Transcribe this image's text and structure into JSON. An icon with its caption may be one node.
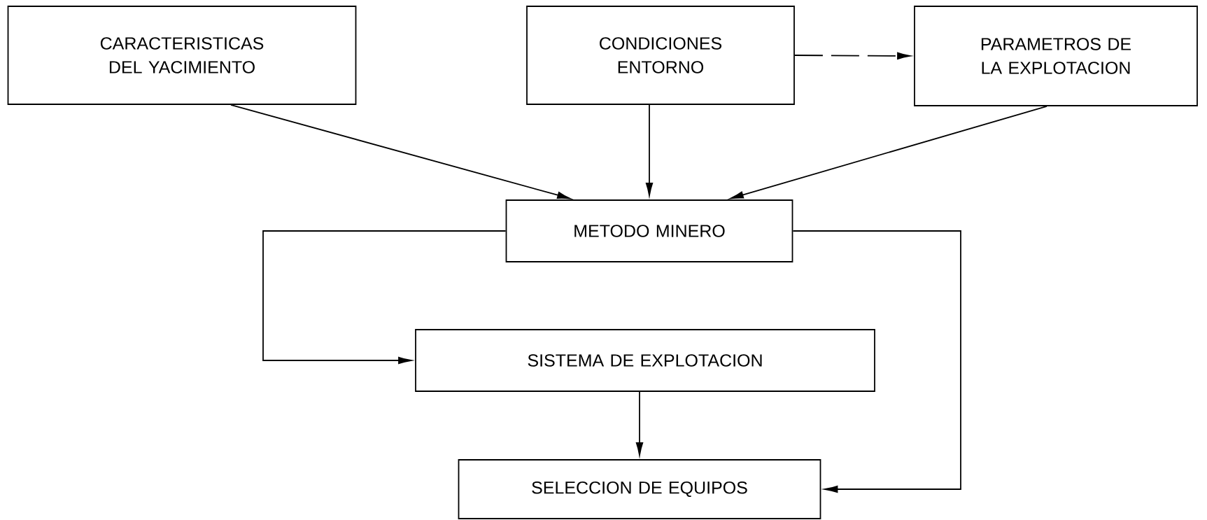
{
  "diagram": {
    "nodes": [
      {
        "text": [
          "CARACTERISTICAS DEL YACIMIENTO"
        ]
      },
      {
        "text": [
          "CONDICIONES ENTORNO"
        ]
      },
      {
        "text": [
          "PARAMETROS DE LA EXPLOTACION"
        ]
      },
      {
        "text": [
          "METODO MINERO"
        ]
      },
      {
        "text": [
          "SISTEMA DE EXPLOTACION"
        ]
      },
      {
        "text": [
          "SELECCION DE EQUIPOS"
        ]
      }
    ],
    "edges": [
      {
        "from": 1,
        "to": 2,
        "arrow": "to",
        "style": "dashed"
      },
      {
        "from": 0,
        "to": 3,
        "arrow": "to"
      },
      {
        "from": 1,
        "to": 3,
        "arrow": "to"
      },
      {
        "from": 2,
        "to": 3,
        "arrow": "to"
      },
      {
        "from": 3,
        "to": 4,
        "arrow": "to"
      },
      {
        "from": 3,
        "to": 5,
        "arrow": "to"
      },
      {
        "from": 4,
        "to": 5,
        "arrow": "to"
      }
    ]
  }
}
